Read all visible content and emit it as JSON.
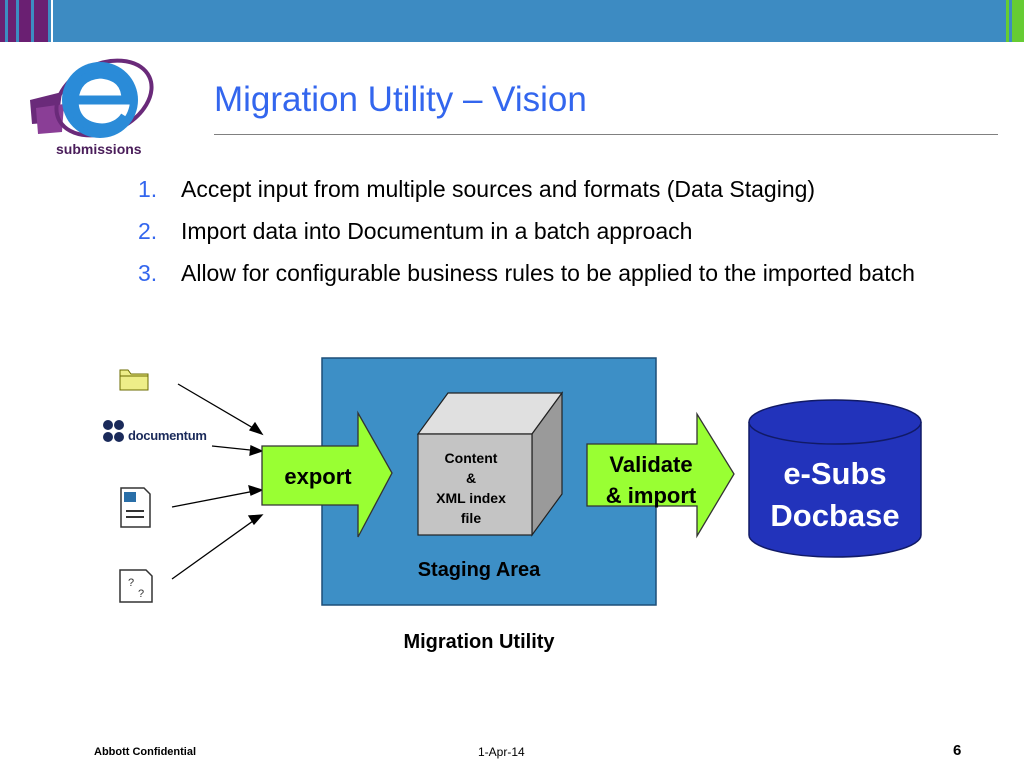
{
  "logo": {
    "text": "submissions"
  },
  "title": "Migration Utility – Vision",
  "list": [
    {
      "num": "1.",
      "text": "Accept input from multiple sources and formats (Data Staging)"
    },
    {
      "num": "2.",
      "text": "Import data into Documentum in a batch approach"
    },
    {
      "num": "3.",
      "text": "Allow for configurable business rules to be applied to the imported batch"
    }
  ],
  "diagram": {
    "sources": {
      "documentum_label": "documentum"
    },
    "export_label": "export",
    "cube_label_lines": [
      "Content",
      "&",
      "XML index",
      "file"
    ],
    "staging_label": "Staging Area",
    "validate_label_lines": [
      "Validate",
      "& import"
    ],
    "docbase_label_lines": [
      "e-Subs",
      "Docbase"
    ],
    "caption": "Migration Utility"
  },
  "footer": {
    "left": "Abbott Confidential",
    "center": "1-Apr-14",
    "page": "6"
  },
  "colors": {
    "title": "#3366ee",
    "topbar": "#3d8bc2",
    "stripe_purple": "#6a1f72",
    "stripe_green": "#66cc33",
    "staging": "#3d8fc6",
    "arrow_fill": "#99ff33",
    "docbase": "#2233bb"
  }
}
